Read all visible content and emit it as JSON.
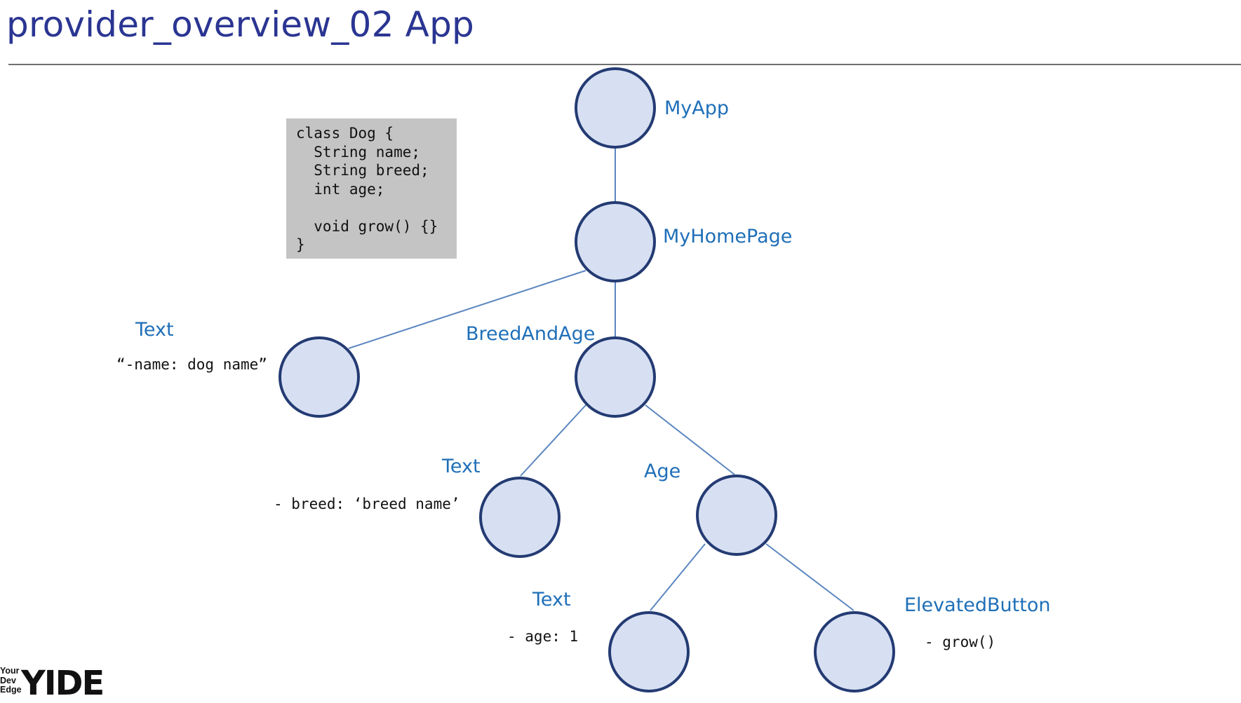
{
  "title": "provider_overview_02 App",
  "code_box": {
    "lines": [
      "class Dog {",
      "  String name;",
      "  String breed;",
      "  int age;",
      "",
      "  void grow() {}",
      "}"
    ]
  },
  "nodes": {
    "my_app": {
      "label": "MyApp"
    },
    "my_home_page": {
      "label": "MyHomePage"
    },
    "text_name": {
      "label": "Text",
      "detail": "“-name: dog name”"
    },
    "breed_and_age": {
      "label": "BreedAndAge"
    },
    "text_breed": {
      "label": "Text",
      "detail": "- breed: ‘breed name’"
    },
    "age": {
      "label": "Age"
    },
    "text_age": {
      "label": "Text",
      "detail": "- age: 1"
    },
    "elevated_button": {
      "label": "ElevatedButton",
      "detail": "- grow()"
    }
  },
  "logo": {
    "small_lines": [
      "Your",
      "Dev",
      "Edge"
    ],
    "big": "YIDE"
  },
  "colors": {
    "node_fill": "#d7e0f3",
    "node_stroke": "#243b73",
    "edge": "#5b86c0",
    "label": "#1f6fb8",
    "title": "#2a3592",
    "code_bg": "#c4c4c4"
  }
}
